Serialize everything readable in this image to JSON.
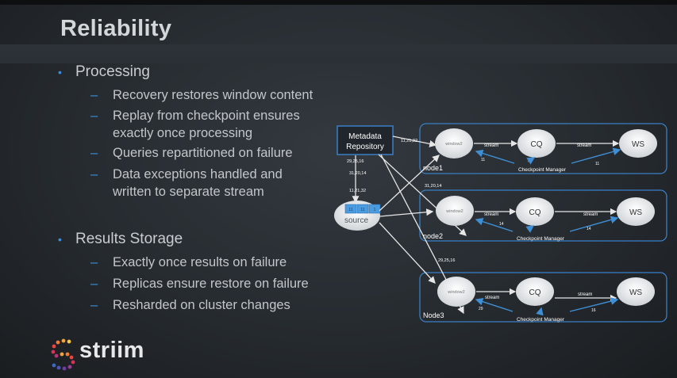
{
  "slide": {
    "title": "Reliability",
    "sections": [
      {
        "heading": "Processing",
        "items": [
          "Recovery restores window content",
          "Replay from checkpoint ensures",
          "exactly once processing",
          "Queries repartitioned on failure",
          "Data exceptions handled and",
          "written to separate stream"
        ]
      },
      {
        "heading": "Results Storage",
        "items": [
          "Exactly once results on failure",
          "Replicas ensure restore on failure",
          "Resharded on cluster changes"
        ]
      }
    ],
    "logo_text": "striim"
  },
  "diagram": {
    "metadata_line1": "Metadata",
    "metadata_line2": "Repository",
    "source_label": "source",
    "source_cells": [
      "11",
      "11",
      "1"
    ],
    "window_label": "window2",
    "cq_label": "CQ",
    "ws_label": "WS",
    "stream_label": "stream",
    "checkpoint_label": "Checkpoint Manager",
    "nodes": [
      {
        "name": "node1",
        "cp_window": "11",
        "cp_ws": "11"
      },
      {
        "name": "node2",
        "cp_window": "14",
        "cp_ws": "14"
      },
      {
        "name": "Node3",
        "cp_window": "29",
        "cp_ws": "16"
      }
    ],
    "edge_labels": {
      "meta_to_node1": "11,21,32",
      "meta_a": "29,25,16",
      "meta_b": "31,20,14",
      "meta_c": "11,21,32",
      "to_node2": "31,20,14",
      "to_node3": "29,25,16"
    },
    "colors": {
      "accent": "#3f8fd6",
      "line": "#e6e6e6",
      "node_border": "#3a7fc4"
    }
  }
}
